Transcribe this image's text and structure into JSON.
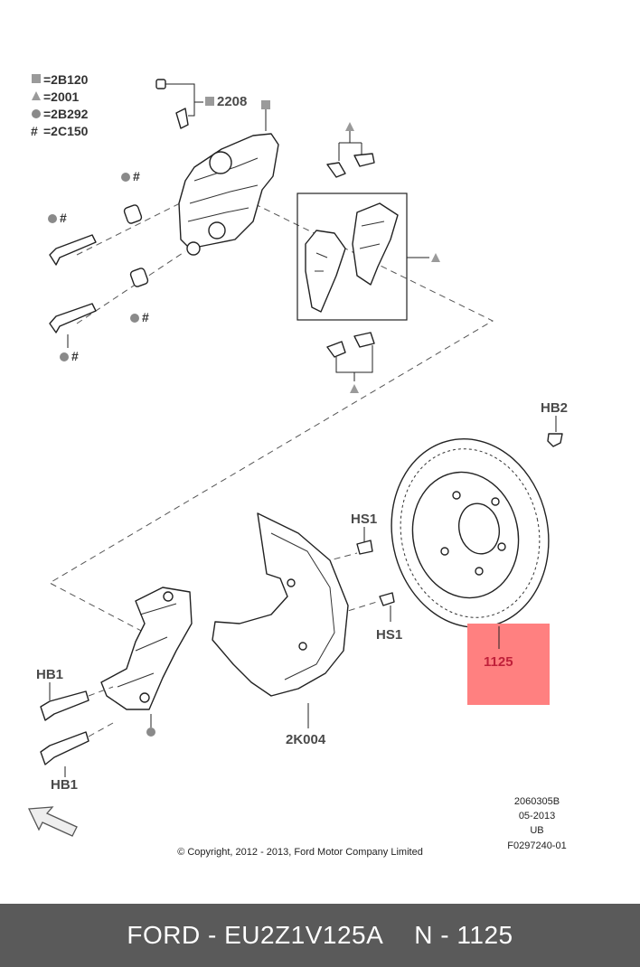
{
  "legend": [
    {
      "symbol": "square",
      "code": "=2B120"
    },
    {
      "symbol": "triangle",
      "code": "=2001"
    },
    {
      "symbol": "circle",
      "code": "=2B292"
    },
    {
      "symbol": "hash",
      "code": "=2C150"
    }
  ],
  "hash_symbol": "#",
  "labels": {
    "bleeder": "2208",
    "hb2": "HB2",
    "hs1_top": "HS1",
    "hs1_bottom": "HS1",
    "hb1_top": "HB1",
    "hb1_bottom": "HB1",
    "shield": "2K004",
    "rotor": "1125"
  },
  "info": {
    "ref": "2060305B",
    "date": "05-2013",
    "region": "UB",
    "figure": "F0297240-01",
    "copyright": "© Copyright, 2012 - 2013, Ford Motor Company Limited"
  },
  "footer": {
    "part": "FORD - EU2Z1V125A",
    "number": "N - 1125"
  },
  "colors": {
    "highlight": "#ff8080",
    "footer_bg": "#5a5a5a",
    "symbol_gray": "#9a9a9a"
  }
}
